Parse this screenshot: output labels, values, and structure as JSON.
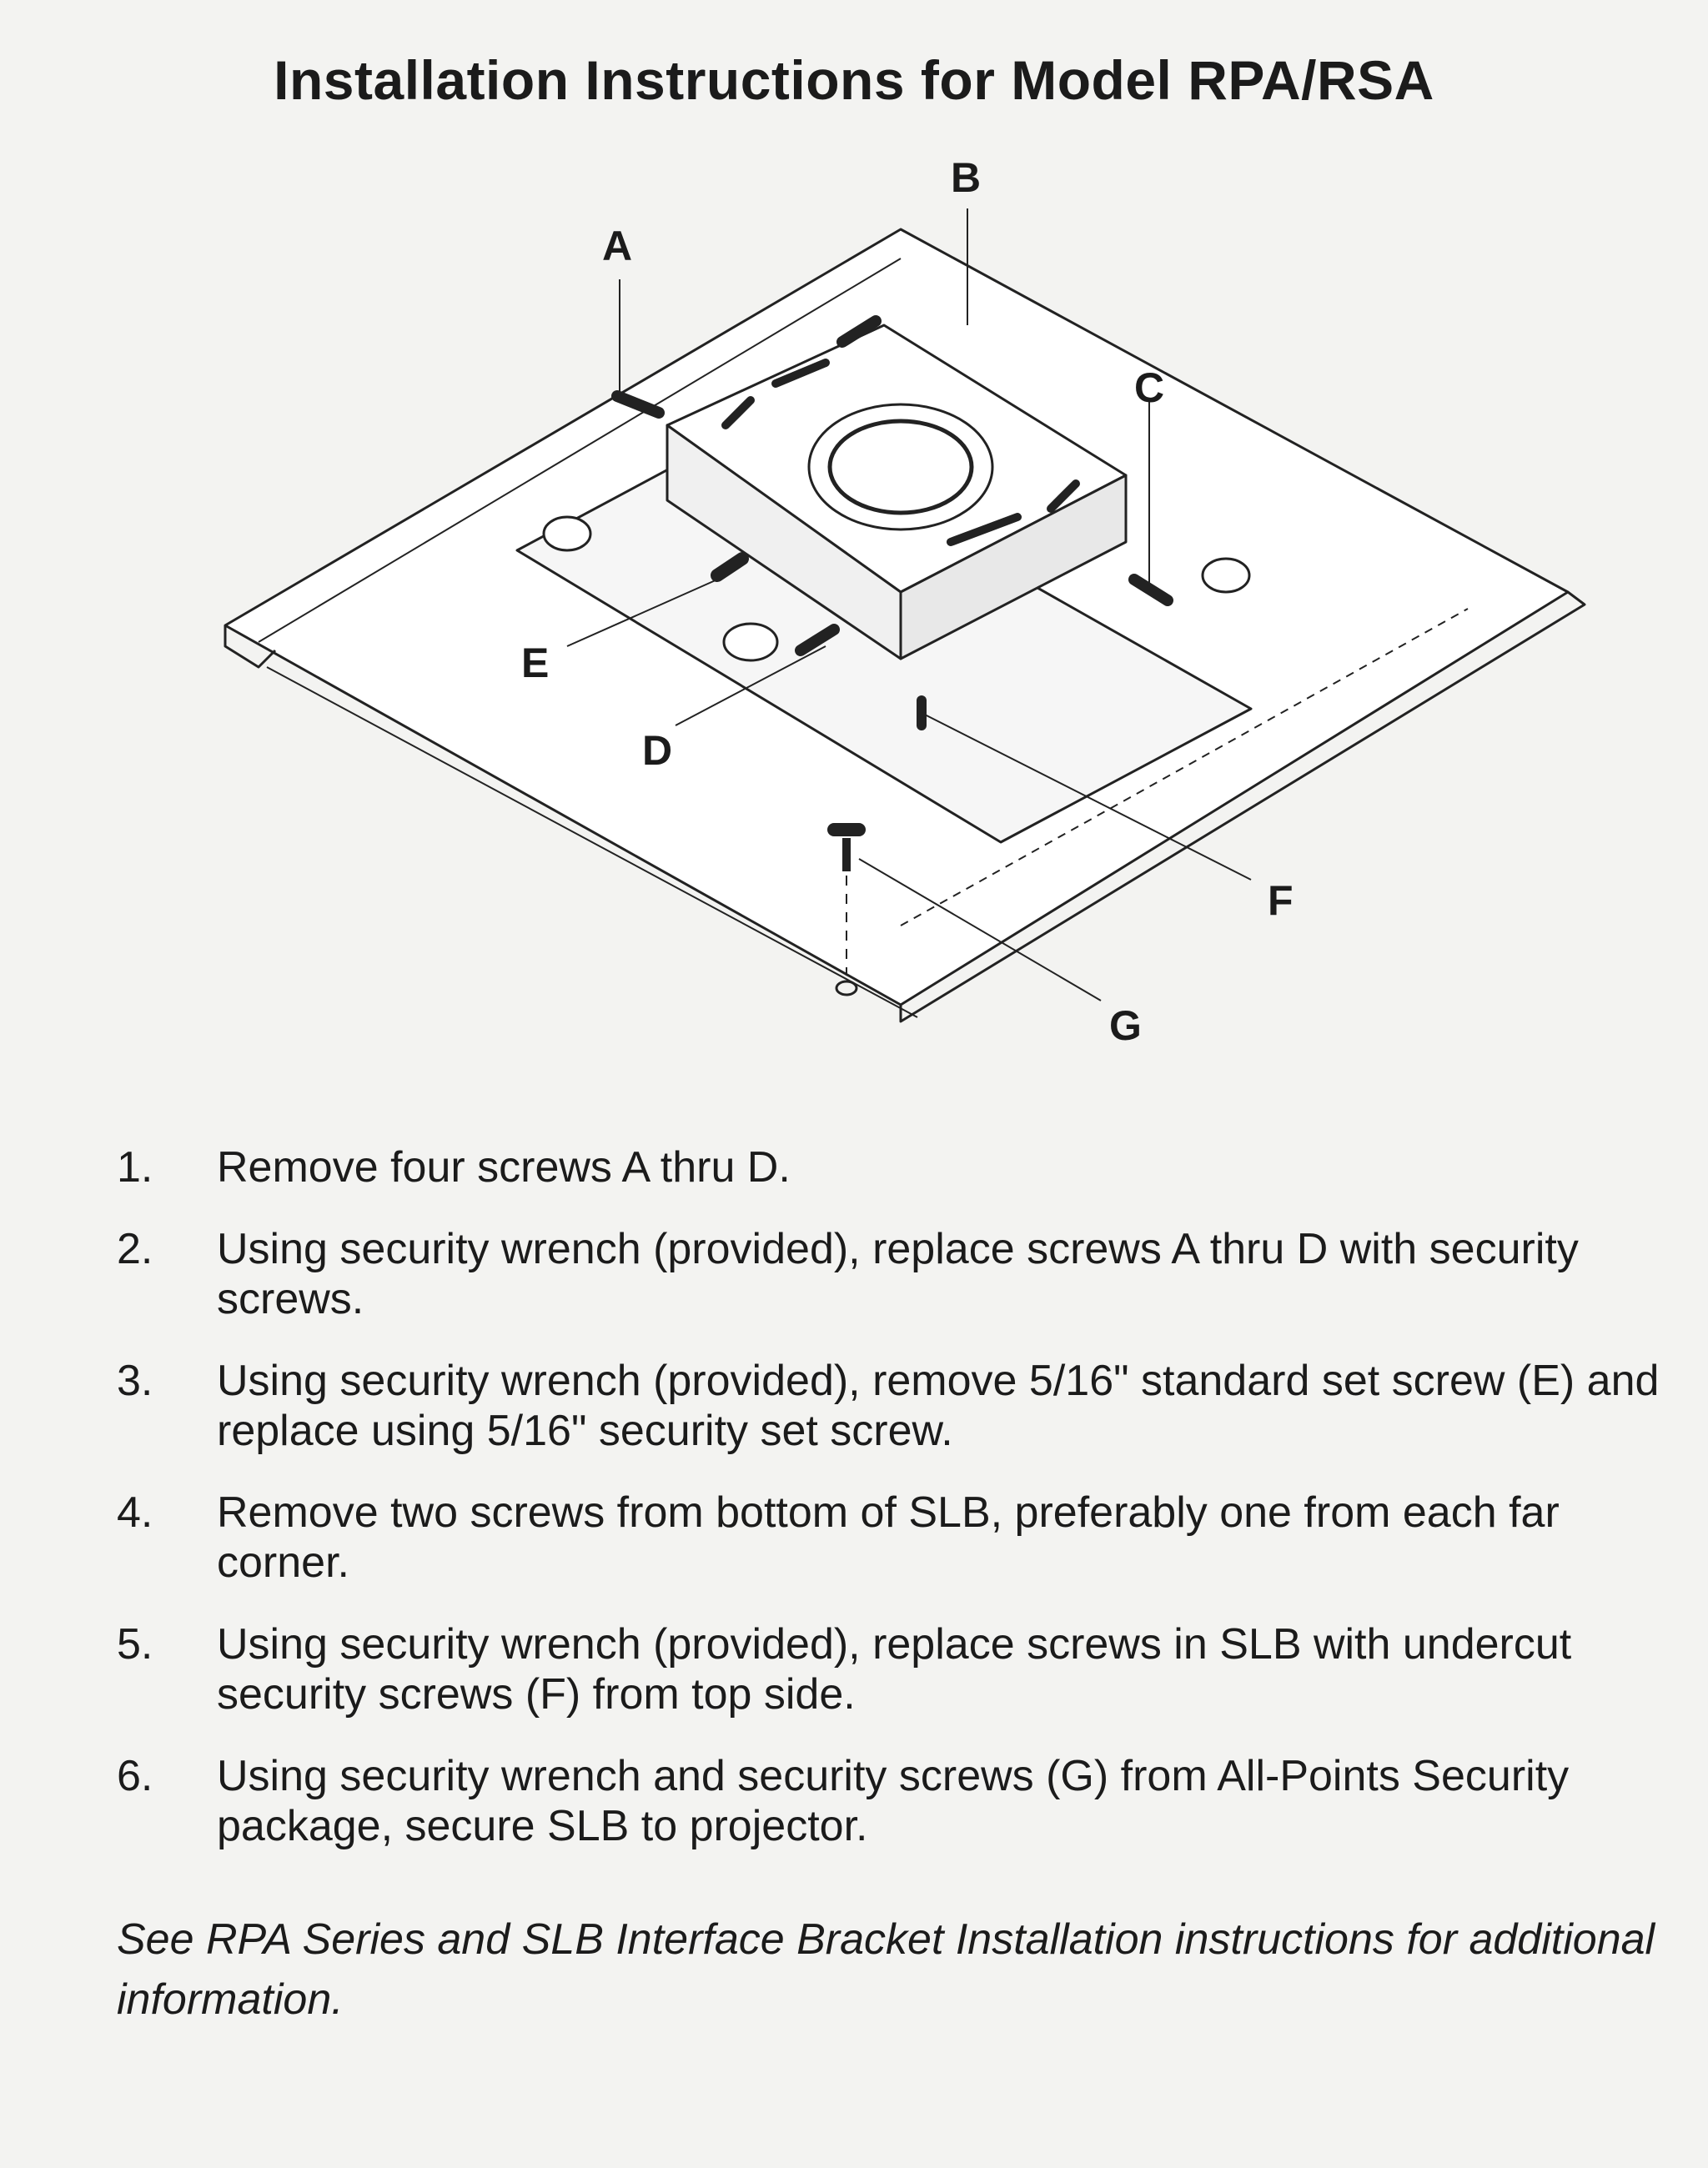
{
  "header": {
    "title": "Installation Instructions for Model RPA/RSA"
  },
  "diagram": {
    "callouts": {
      "a": "A",
      "b": "B",
      "c": "C",
      "d": "D",
      "e": "E",
      "f": "F",
      "g": "G"
    }
  },
  "steps": [
    {
      "number": "1.",
      "text": "Remove four screws A thru D."
    },
    {
      "number": "2.",
      "text": "Using security wrench (provided), replace screws A thru D with security screws."
    },
    {
      "number": "3.",
      "text": "Using security wrench (provided), remove 5/16\" standard set screw (E) and replace using 5/16\" security set screw."
    },
    {
      "number": "4.",
      "text": "Remove two screws from bottom of SLB, preferably one from each far corner."
    },
    {
      "number": "5.",
      "text": "Using security wrench (provided), replace screws in SLB with undercut security screws (F) from top side."
    },
    {
      "number": "6.",
      "text": "Using security wrench and security screws (G) from  All-Points Security package, secure SLB to projector."
    }
  ],
  "footnote": "See RPA Series and SLB Interface Bracket Installation instructions for additional information."
}
